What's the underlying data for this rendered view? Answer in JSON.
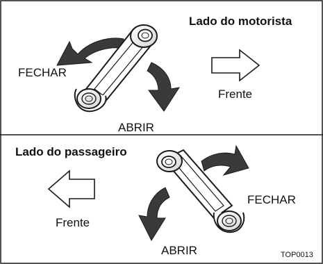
{
  "driver_panel": {
    "title": "Lado do motorista",
    "close_label": "FECHAR",
    "open_label": "ABRIR",
    "front_label": "Frente"
  },
  "passenger_panel": {
    "title": "Lado do passageiro",
    "close_label": "FECHAR",
    "open_label": "ABRIR",
    "front_label": "Frente"
  },
  "figure_code": "TOP0013",
  "colors": {
    "line": "#1a1a1a",
    "arrow_fill": "#3a3a3a",
    "background": "#ffffff"
  }
}
